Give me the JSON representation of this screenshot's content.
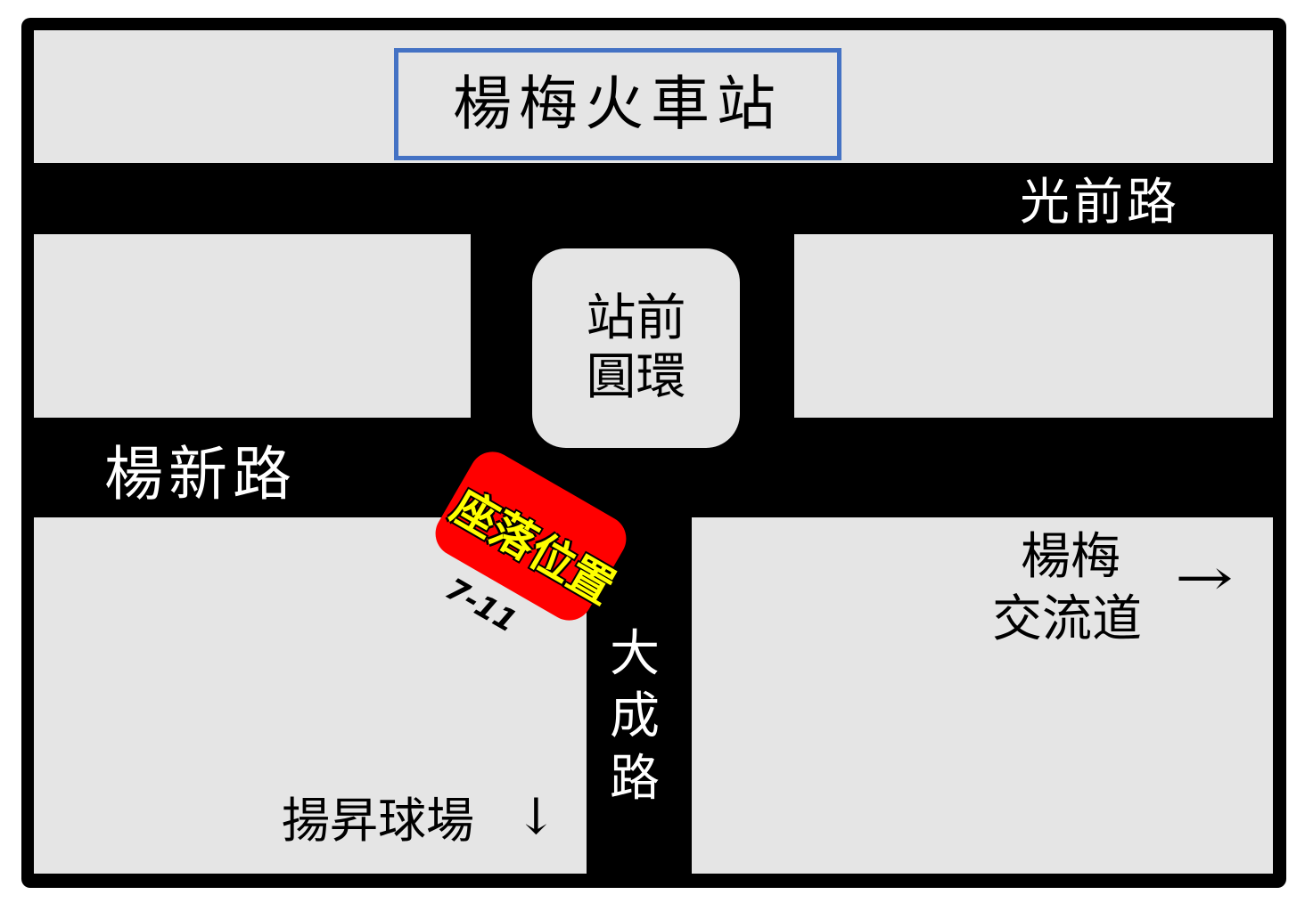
{
  "landmarks": {
    "train_station": "楊梅火車站",
    "roundabout_line1": "站前",
    "roundabout_line2": "圓環",
    "location_marker": "座落位置",
    "convenience_store": "7-11",
    "interchange_line1": "楊梅",
    "interchange_line2": "交流道",
    "interchange_arrow": "→",
    "ballpark": "揚昇球場",
    "ballpark_arrow": "↓"
  },
  "roads": {
    "guangqian": "光前路",
    "yangxin": "楊新路",
    "dacheng": [
      "大",
      "成",
      "路"
    ]
  },
  "colors": {
    "road": "#000000",
    "block": "#e5e5e5",
    "station_border": "#4472c4",
    "marker_fill": "#ff0000",
    "marker_text": "#ffff00"
  }
}
